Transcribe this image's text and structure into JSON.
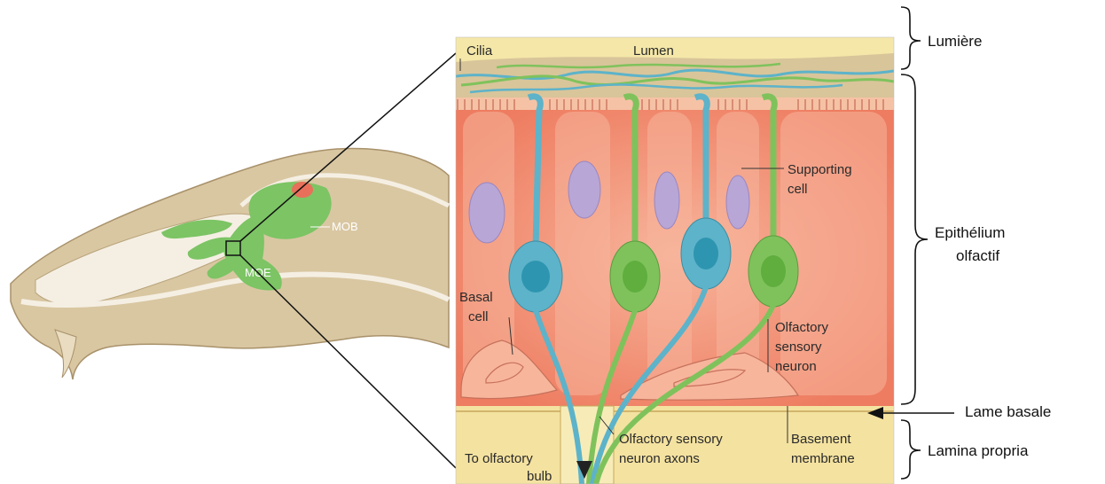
{
  "skull_labels": {
    "mob": "MOB",
    "moe": "MOE"
  },
  "cell_labels": {
    "cilia": "Cilia",
    "lumen": "Lumen",
    "supporting_cell_line1": "Supporting",
    "supporting_cell_line2": "cell",
    "basal_cell_line1": "Basal",
    "basal_cell_line2": "cell",
    "osn_line1": "Olfactory",
    "osn_line2": "sensory",
    "osn_line3": "neuron",
    "to_bulb_line1": "To olfactory",
    "to_bulb_line2": "bulb",
    "axons_line1": "Olfactory sensory",
    "axons_line2": "neuron axons",
    "basement_line1": "Basement",
    "basement_line2": "membrane"
  },
  "region_labels": {
    "lumiere": "Lumière",
    "epithelium_line1": "Epithélium",
    "epithelium_line2": "olfactif",
    "lame_basale": "Lame basale",
    "lamina_propria": "Lamina propria"
  },
  "colors": {
    "skull_bone": "#d9c7a2",
    "skull_outline": "#a8916a",
    "skull_cavity": "#f5efe3",
    "green_tissue": "#7cc464",
    "red_spot": "#e8705a",
    "lumen_band": "#f4e7a8",
    "mucus": "#d9c59a",
    "supporting_cell": "#f28a6d",
    "supporting_cell_light": "#f7b59c",
    "neuron_blue": "#5db3c9",
    "neuron_green": "#7fc25c",
    "nucleus_purple": "#b8a6d6",
    "lamina_yellow": "#f4e2a0"
  }
}
